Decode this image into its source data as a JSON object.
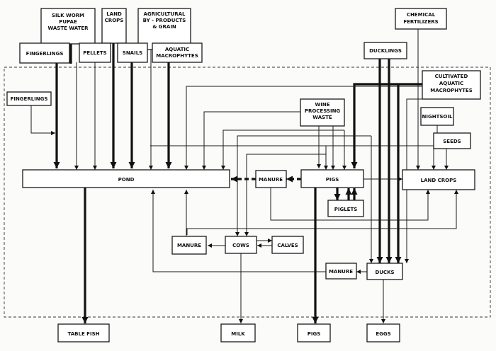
{
  "nodes": {
    "silkworm": [
      "SILK WORM",
      "PUPAE",
      "WASTE WATER"
    ],
    "land_crops_input": [
      "LAND",
      "CROPS"
    ],
    "agri_byproducts": [
      "AGRICULTURAL",
      "BY - PRODUCTS",
      "& GRAIN"
    ],
    "chemical_fertilizers": [
      "CHEMICAL",
      "FERTILIZERS"
    ],
    "fingerlings_top": [
      "FINGERLINGS"
    ],
    "pellets": [
      "PELLETS"
    ],
    "snails": [
      "SNAILS"
    ],
    "aquatic_macrophytes": [
      "AQUATIC",
      "MACROPHYTES"
    ],
    "ducklings": [
      "DUCKLINGS"
    ],
    "cultivated_macrophytes": [
      "CULTIVATED",
      "AQUATIC",
      "MACROPHYTES"
    ],
    "fingerlings_left": [
      "FINGERLINGS"
    ],
    "wine_waste": [
      "WINE",
      "PROCESSING",
      "WASTE"
    ],
    "nightsoil": [
      "NIGHTSOIL"
    ],
    "seeds": [
      "SEEDS"
    ],
    "pond": [
      "POND"
    ],
    "manure_pigs": [
      "MANURE"
    ],
    "pigs": [
      "PIGS"
    ],
    "land_crops": [
      "LAND CROPS"
    ],
    "piglets": [
      "PIGLETS"
    ],
    "manure_cows": [
      "MANURE"
    ],
    "cows": [
      "COWS"
    ],
    "calves": [
      "CALVES"
    ],
    "manure_ducks": [
      "MANURE"
    ],
    "ducks": [
      "DUCKS"
    ],
    "table_fish": [
      "TABLE FISH"
    ],
    "milk": [
      "MILK"
    ],
    "pigs_out": [
      "PIGS"
    ],
    "eggs": [
      "EGGS"
    ]
  }
}
